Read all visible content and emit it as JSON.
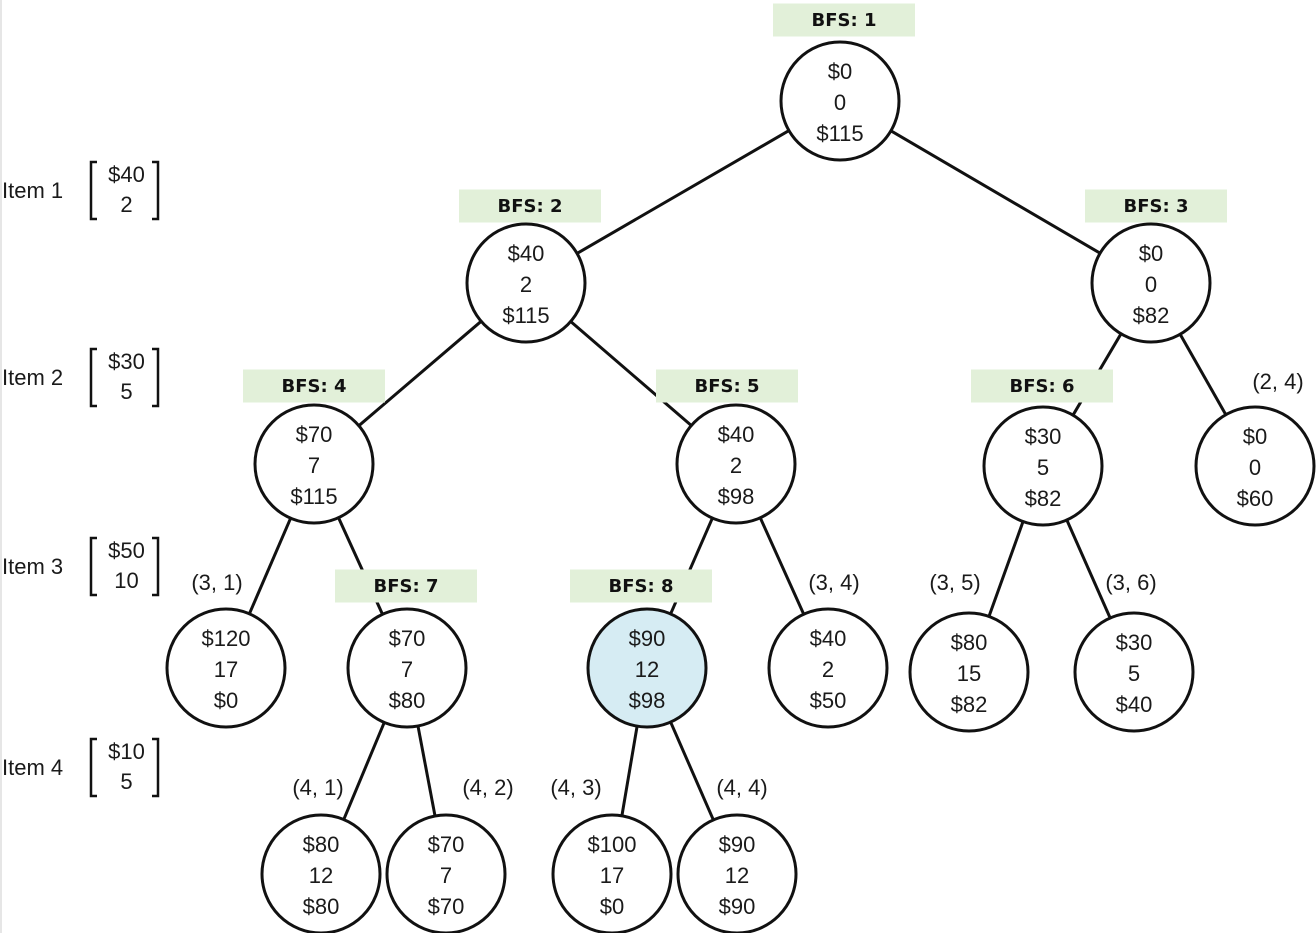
{
  "colors": {
    "badge_bg": "#e2f0d9",
    "highlight_fill": "#d6ecf3",
    "node_fill": "#ffffff",
    "stroke": "#111111"
  },
  "items": [
    {
      "name": "Item 1",
      "value": "$40",
      "weight": "2"
    },
    {
      "name": "Item 2",
      "value": "$30",
      "weight": "5"
    },
    {
      "name": "Item 3",
      "value": "$50",
      "weight": "10"
    },
    {
      "name": "Item 4",
      "value": "$10",
      "weight": "5"
    }
  ],
  "nodes": [
    {
      "id": "n0",
      "profit": "$0",
      "weight": "0",
      "bound": "$115",
      "bfs": "BFS: 1"
    },
    {
      "id": "n1",
      "profit": "$40",
      "weight": "2",
      "bound": "$115",
      "bfs": "BFS: 2"
    },
    {
      "id": "n2",
      "profit": "$0",
      "weight": "0",
      "bound": "$82",
      "bfs": "BFS: 3"
    },
    {
      "id": "n3",
      "profit": "$70",
      "weight": "7",
      "bound": "$115",
      "bfs": "BFS: 4"
    },
    {
      "id": "n4",
      "profit": "$40",
      "weight": "2",
      "bound": "$98",
      "bfs": "BFS: 5"
    },
    {
      "id": "n5",
      "profit": "$30",
      "weight": "5",
      "bound": "$82",
      "bfs": "BFS: 6"
    },
    {
      "id": "n6",
      "profit": "$0",
      "weight": "0",
      "bound": "$60",
      "label": "(2, 4)"
    },
    {
      "id": "n7",
      "profit": "$120",
      "weight": "17",
      "bound": "$0",
      "label": "(3, 1)"
    },
    {
      "id": "n8",
      "profit": "$70",
      "weight": "7",
      "bound": "$80",
      "bfs": "BFS: 7"
    },
    {
      "id": "n9",
      "profit": "$90",
      "weight": "12",
      "bound": "$98",
      "bfs": "BFS: 8",
      "highlight": true
    },
    {
      "id": "n10",
      "profit": "$40",
      "weight": "2",
      "bound": "$50",
      "label": "(3, 4)"
    },
    {
      "id": "n11",
      "profit": "$80",
      "weight": "15",
      "bound": "$82",
      "label": "(3, 5)"
    },
    {
      "id": "n12",
      "profit": "$30",
      "weight": "5",
      "bound": "$40",
      "label": "(3, 6)"
    },
    {
      "id": "n13",
      "profit": "$80",
      "weight": "12",
      "bound": "$80",
      "label": "(4, 1)"
    },
    {
      "id": "n14",
      "profit": "$70",
      "weight": "7",
      "bound": "$70",
      "label": "(4, 2)"
    },
    {
      "id": "n15",
      "profit": "$100",
      "weight": "17",
      "bound": "$0",
      "label": "(4, 3)"
    },
    {
      "id": "n16",
      "profit": "$90",
      "weight": "12",
      "bound": "$90",
      "label": "(4, 4)"
    }
  ],
  "edges": [
    [
      "n0",
      "n1"
    ],
    [
      "n0",
      "n2"
    ],
    [
      "n1",
      "n3"
    ],
    [
      "n1",
      "n4"
    ],
    [
      "n2",
      "n5"
    ],
    [
      "n2",
      "n6"
    ],
    [
      "n3",
      "n7"
    ],
    [
      "n3",
      "n8"
    ],
    [
      "n4",
      "n9"
    ],
    [
      "n4",
      "n10"
    ],
    [
      "n5",
      "n11"
    ],
    [
      "n5",
      "n12"
    ],
    [
      "n8",
      "n13"
    ],
    [
      "n8",
      "n14"
    ],
    [
      "n9",
      "n15"
    ],
    [
      "n9",
      "n16"
    ]
  ]
}
